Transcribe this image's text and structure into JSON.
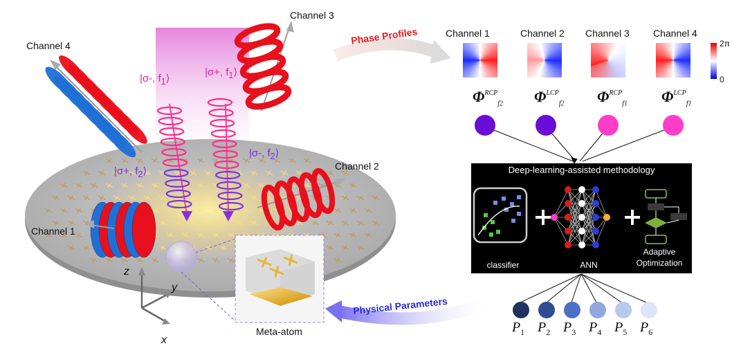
{
  "channels": {
    "ch1": "Channel 1",
    "ch2": "Channel 2",
    "ch3": "Channel 3",
    "ch4": "Channel 4"
  },
  "states": {
    "s1": "|σ-, f",
    "s1_sub": "1",
    "s2": "|σ+, f",
    "s2_sub": "1",
    "s3": "|σ+, f",
    "s3_sub": "2",
    "s4": "|σ-, f",
    "s4_sub": "2"
  },
  "axes": {
    "x": "x",
    "y": "y",
    "z": "z"
  },
  "meta_atom_label": "Meta-atom",
  "arrows": {
    "phase_profiles": "Phase Profiles",
    "physical_parameters": "Physical Parameters"
  },
  "phase_panel": {
    "titles": [
      "Channel 1",
      "Channel 2",
      "Channel 3",
      "Channel 4"
    ],
    "colorbar_max": "2π",
    "colorbar_min": "0",
    "phi": [
      {
        "sup": "RCP",
        "sub": "2"
      },
      {
        "sup": "LCP",
        "sub": "2"
      },
      {
        "sup": "RCP",
        "sub": "1"
      },
      {
        "sup": "LCP",
        "sub": "1"
      }
    ],
    "phi_symbol": "Φ",
    "f_symbol": "f"
  },
  "colors": {
    "f2_dot": "#6a0dd6",
    "f1_dot": "#ff3dc8",
    "red_wave": "#e8101c",
    "blue_wave": "#1f6fd6"
  },
  "dl": {
    "title": "Deep-learning-assisted methodology",
    "classifier": "classifier",
    "ann": "ANN",
    "adaptive": "Adaptive",
    "optimization": "Optimization"
  },
  "params": {
    "symbol": "P",
    "subs": [
      "1",
      "2",
      "3",
      "4",
      "5",
      "6"
    ],
    "colors": [
      "#1e3460",
      "#2e4d93",
      "#4a70c4",
      "#8fa9de",
      "#b8c9ec",
      "#dde5f6"
    ]
  }
}
